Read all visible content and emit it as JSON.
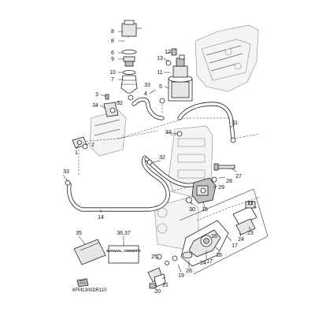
{
  "diagram": {
    "code": "6FM1300DR110",
    "manual_label": "MANUAL, OWNER'S",
    "callouts": {
      "c1": "1",
      "c2": "2",
      "c3": "3",
      "c4": "4",
      "c5": "5",
      "c6": "6",
      "c7": "7",
      "c8": "8",
      "c9": "9",
      "c10": "10",
      "c11": "11",
      "c12": "12",
      "c13": "13",
      "c14": "14",
      "c15": "15",
      "c16": "16",
      "c17a": "17",
      "c17b": "17",
      "c18": "18",
      "c19": "19",
      "c20": "20",
      "c21": "21",
      "c22": "22",
      "c23": "23",
      "c24a": "24",
      "c24b": "24",
      "c25": "25",
      "c26": "26",
      "c27": "27",
      "c28": "28",
      "c29": "29",
      "c30": "30",
      "c31": "31",
      "c32a": "32",
      "c32b": "32",
      "c33a": "33",
      "c33b": "33",
      "c33c": "33",
      "c34": "34",
      "c35": "35",
      "c3637": "36,37"
    }
  }
}
